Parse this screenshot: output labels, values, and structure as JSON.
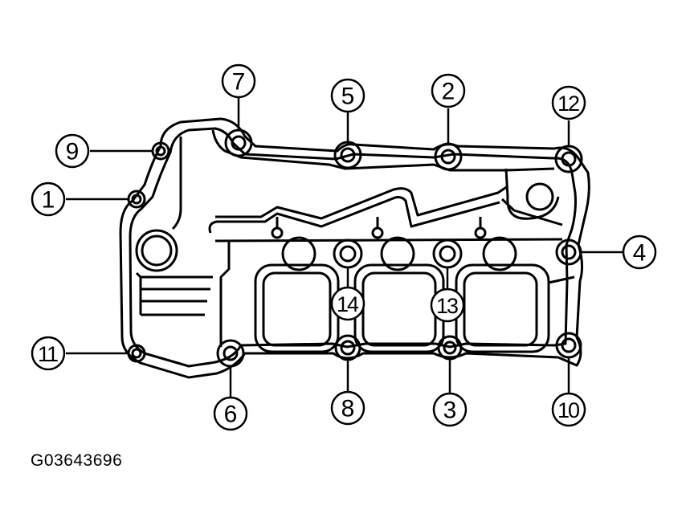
{
  "figure_id": "G03643696",
  "callouts": [
    {
      "label": "1"
    },
    {
      "label": "2"
    },
    {
      "label": "3"
    },
    {
      "label": "4"
    },
    {
      "label": "5"
    },
    {
      "label": "6"
    },
    {
      "label": "7"
    },
    {
      "label": "8"
    },
    {
      "label": "9"
    },
    {
      "label": "10"
    },
    {
      "label": "11"
    },
    {
      "label": "12"
    },
    {
      "label": "13"
    },
    {
      "label": "14"
    }
  ]
}
